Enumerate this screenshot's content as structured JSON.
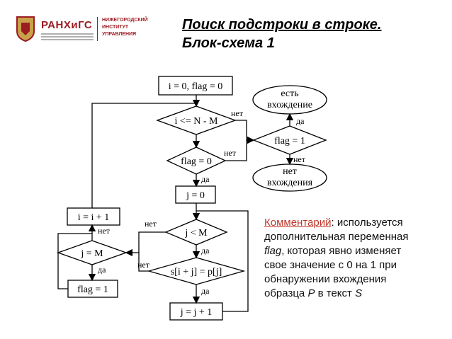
{
  "logo": {
    "brand": "РАНХиГС",
    "institute_lines": [
      "НИЖЕГОРОДСКИЙ",
      "ИНСТИТУТ",
      "УПРАВЛЕНИЯ"
    ]
  },
  "title": {
    "line1": "Поиск подстроки в строке.",
    "line2": "Блок-схема 1"
  },
  "flowchart": {
    "init": "i = 0, flag = 0",
    "cond_outer": "i <= N - M",
    "cond_flag0": "flag = 0",
    "set_j": "j = 0",
    "cond_inner": "j < M",
    "cond_match": "s[i + j] = p[j]",
    "inc_j": "j = j + 1",
    "cond_jM": "j = M",
    "set_flag": "flag = 1",
    "inc_i": "i = i + 1",
    "cond_flag1": "flag = 1",
    "end_found": [
      "есть",
      "вхождение"
    ],
    "end_not_found": [
      "нет",
      "вхождения"
    ],
    "label_yes": "да",
    "label_no": "нет"
  },
  "comment": {
    "highlight": "Комментарий",
    "lines": [
      ": используется",
      "дополнительная переменная",
      "flag",
      ", которая явно изменяет",
      "свое значение с 0 на 1 при",
      "обнаружении вхождения",
      "образца ",
      "P",
      " в текст ",
      "S"
    ]
  },
  "colors": {
    "brand_red": "#9b1c23",
    "comment_highlight": "#c0392b",
    "node_border": "#000000"
  }
}
